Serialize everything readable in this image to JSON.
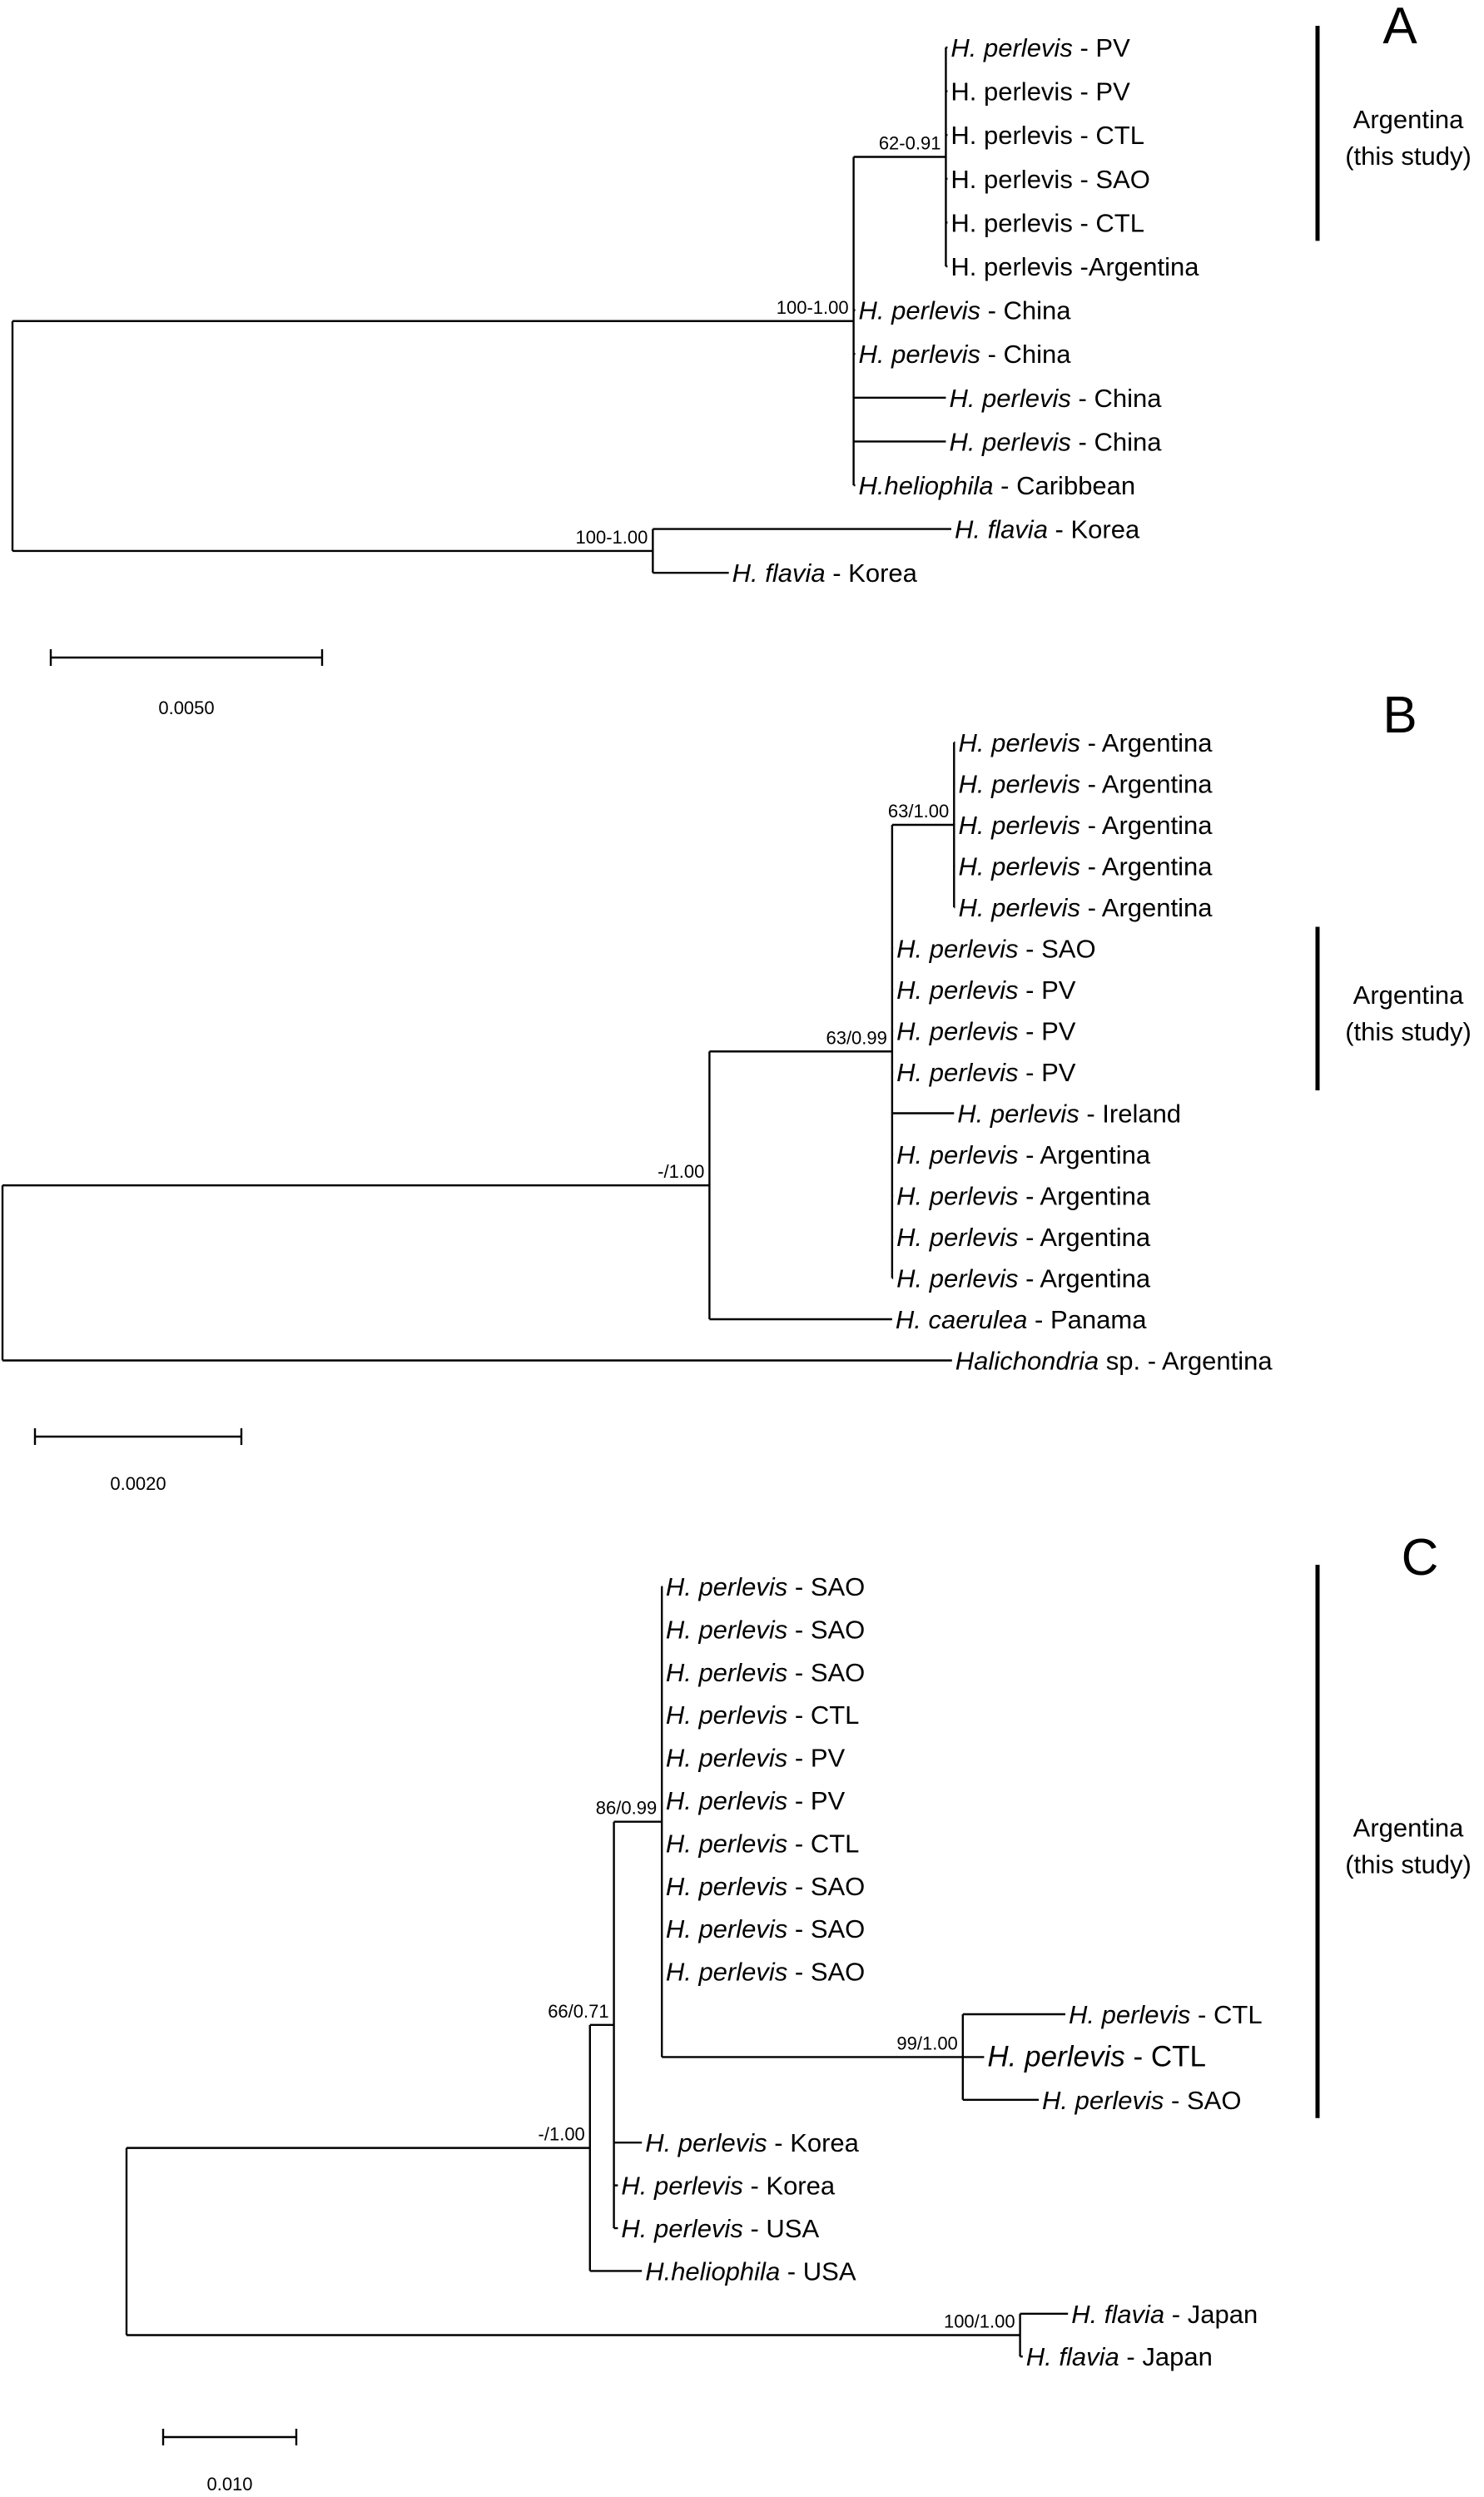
{
  "figure": {
    "panels": [
      {
        "letter": "A",
        "scale_bar": {
          "value": 0.005,
          "label": "0.0050"
        },
        "group": {
          "label_line1": "Argentina",
          "label_line2": "(this study)",
          "from_tip": 0,
          "to_tip": 4
        },
        "tree": {
          "len": 0,
          "children": [
            {
              "len": 0.0155,
              "support": "100-1.00",
              "children": [
                {
                  "len": 0.0017,
                  "support": "62-0.91",
                  "children": [
                    {
                      "len": 3e-05,
                      "genus": "H. perlevis",
                      "italic": true,
                      "locality": "PV"
                    },
                    {
                      "len": 3e-05,
                      "genus": "H. perlevis",
                      "italic": false,
                      "locality": "PV"
                    },
                    {
                      "len": 3e-05,
                      "genus": "H. perlevis",
                      "italic": false,
                      "locality": "CTL"
                    },
                    {
                      "len": 3e-05,
                      "genus": "H. perlevis",
                      "italic": false,
                      "locality": "SAO"
                    },
                    {
                      "len": 3e-05,
                      "genus": "H. perlevis",
                      "italic": false,
                      "locality": "CTL"
                    },
                    {
                      "len": 3e-05,
                      "genus": "H. perlevis",
                      "italic": false,
                      "locality": "Argentina",
                      "sep": " -"
                    }
                  ]
                },
                {
                  "len": 3e-05,
                  "genus": "H. perlevis",
                  "italic": true,
                  "locality": "China"
                },
                {
                  "len": 3e-05,
                  "genus": "H. perlevis",
                  "italic": true,
                  "locality": "China"
                },
                {
                  "len": 0.0017,
                  "genus": "H. perlevis",
                  "italic": true,
                  "locality": "China"
                },
                {
                  "len": 0.0017,
                  "genus": "H. perlevis",
                  "italic": true,
                  "locality": "China"
                },
                {
                  "len": 3e-05,
                  "genus": "H.heliophila",
                  "italic": true,
                  "locality": "Caribbean"
                }
              ]
            },
            {
              "len": 0.0118,
              "support": "100-1.00",
              "children": [
                {
                  "len": 0.0055,
                  "genus": "H. flavia",
                  "italic": true,
                  "locality": "Korea"
                },
                {
                  "len": 0.0014,
                  "genus": "H. flavia",
                  "italic": true,
                  "locality": "Korea"
                }
              ]
            }
          ]
        }
      },
      {
        "letter": "B",
        "scale_bar": {
          "value": 0.002,
          "label": "0.0020"
        },
        "group": {
          "label_line1": "Argentina",
          "label_line2": "(this study)",
          "from_tip": 5,
          "to_tip": 8
        },
        "tree": {
          "len": 0,
          "children": [
            {
              "len": 0.00685,
              "support": "-/1.00",
              "children": [
                {
                  "len": 0.00177,
                  "support": "63/0.99",
                  "children": [
                    {
                      "len": 0.0006,
                      "support": "63/1.00",
                      "children": [
                        {
                          "len": 1e-05,
                          "genus": "H. perlevis",
                          "italic": true,
                          "locality": "Argentina"
                        },
                        {
                          "len": 1e-05,
                          "genus": "H. perlevis",
                          "italic": true,
                          "locality": "Argentina"
                        },
                        {
                          "len": 1e-05,
                          "genus": "H. perlevis",
                          "italic": true,
                          "locality": "Argentina"
                        },
                        {
                          "len": 1e-05,
                          "genus": "H. perlevis",
                          "italic": true,
                          "locality": "Argentina"
                        },
                        {
                          "len": 1e-05,
                          "genus": "H. perlevis",
                          "italic": true,
                          "locality": "Argentina"
                        }
                      ]
                    },
                    {
                      "len": 1e-05,
                      "genus": "H. perlevis",
                      "italic": true,
                      "locality": "SAO"
                    },
                    {
                      "len": 1e-05,
                      "genus": "H. perlevis",
                      "italic": true,
                      "locality": "PV"
                    },
                    {
                      "len": 1e-05,
                      "genus": "H. perlevis",
                      "italic": true,
                      "locality": "PV"
                    },
                    {
                      "len": 1e-05,
                      "genus": "H. perlevis",
                      "italic": true,
                      "locality": "PV"
                    },
                    {
                      "len": 0.0006,
                      "genus": "H. perlevis",
                      "italic": true,
                      "locality": "Ireland"
                    },
                    {
                      "len": 1e-05,
                      "genus": "H. perlevis",
                      "italic": true,
                      "locality": "Argentina"
                    },
                    {
                      "len": 1e-05,
                      "genus": "H. perlevis",
                      "italic": true,
                      "locality": "Argentina"
                    },
                    {
                      "len": 1e-05,
                      "genus": "H. perlevis",
                      "italic": true,
                      "locality": "Argentina"
                    },
                    {
                      "len": 1e-05,
                      "genus": "H. perlevis",
                      "italic": true,
                      "locality": "Argentina"
                    }
                  ]
                },
                {
                  "len": 0.00177,
                  "genus": "H. caerulea",
                  "italic": true,
                  "locality": "Panama"
                }
              ]
            },
            {
              "len": 0.0092,
              "genus": "Halichondria",
              "italic": true,
              "locality": "Argentina",
              "suffix": " sp."
            }
          ]
        }
      },
      {
        "letter": "C",
        "scale_bar": {
          "value": 0.01,
          "label": "0.010"
        },
        "group": {
          "label_line1": "Argentina",
          "label_line2": "(this study)",
          "from_tip": 0,
          "to_tip": 12
        },
        "tree": {
          "len": 0,
          "children": [
            {
              "len": 0.0348,
              "support": "-/1.00",
              "children": [
                {
                  "len": 0.0018,
                  "support": "66/0.71",
                  "children": [
                    {
                      "len": 0.0036,
                      "support": "86/0.99",
                      "children": [
                        {
                          "len": 4e-05,
                          "genus": "H. perlevis",
                          "italic": true,
                          "locality": "SAO"
                        },
                        {
                          "len": 4e-05,
                          "genus": "H. perlevis",
                          "italic": true,
                          "locality": "SAO"
                        },
                        {
                          "len": 4e-05,
                          "genus": "H. perlevis",
                          "italic": true,
                          "locality": "SAO"
                        },
                        {
                          "len": 4e-05,
                          "genus": "H. perlevis",
                          "italic": true,
                          "locality": "CTL"
                        },
                        {
                          "len": 4e-05,
                          "genus": "H. perlevis",
                          "italic": true,
                          "locality": "PV"
                        },
                        {
                          "len": 4e-05,
                          "genus": "H. perlevis",
                          "italic": true,
                          "locality": "PV"
                        },
                        {
                          "len": 4e-05,
                          "genus": "H. perlevis",
                          "italic": true,
                          "locality": "CTL"
                        },
                        {
                          "len": 4e-05,
                          "genus": "H. perlevis",
                          "italic": true,
                          "locality": "SAO"
                        },
                        {
                          "len": 4e-05,
                          "genus": "H. perlevis",
                          "italic": true,
                          "locality": "SAO"
                        },
                        {
                          "len": 4e-05,
                          "genus": "H. perlevis",
                          "italic": true,
                          "locality": "SAO"
                        },
                        {
                          "len": 0.0226,
                          "support": "99/1.00",
                          "children": [
                            {
                              "len": 0.0077,
                              "genus": "H. perlevis",
                              "italic": true,
                              "locality": "CTL"
                            },
                            {
                              "len": 0.0016,
                              "genus": "H. perlevis",
                              "italic": true,
                              "locality": "CTL",
                              "big": true
                            },
                            {
                              "len": 0.0057,
                              "genus": "H. perlevis",
                              "italic": true,
                              "locality": "SAO"
                            }
                          ]
                        }
                      ]
                    },
                    {
                      "len": 0.0021,
                      "genus": "H. perlevis",
                      "italic": true,
                      "locality": "Korea"
                    },
                    {
                      "len": 0.0003,
                      "genus": "H. perlevis",
                      "italic": true,
                      "locality": "Korea"
                    },
                    {
                      "len": 0.0003,
                      "genus": "H. perlevis",
                      "italic": true,
                      "locality": "USA"
                    }
                  ]
                },
                {
                  "len": 0.0039,
                  "genus": "H.heliophila",
                  "italic": true,
                  "locality": "USA"
                }
              ]
            },
            {
              "len": 0.0671,
              "support": "100/1.00",
              "children": [
                {
                  "len": 0.0036,
                  "genus": "H. flavia",
                  "italic": true,
                  "locality": "Japan"
                },
                {
                  "len": 0.0002,
                  "genus": "H. flavia",
                  "italic": true,
                  "locality": "Japan"
                }
              ]
            }
          ]
        }
      }
    ]
  }
}
